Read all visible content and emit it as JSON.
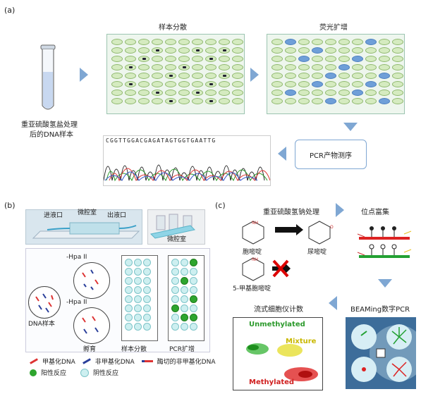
{
  "panel_a": {
    "label": "(a)",
    "tube_caption_line1": "重亚硫酸氢盐处理",
    "tube_caption_line2": "后的DNA样本",
    "plate1_title": "样本分散",
    "plate2_title": "荧光扩增",
    "sequencing_box": "PCR产物测序",
    "sequence": "CGGTTGGACGAGATAGTGGTGAATTG"
  },
  "panel_b": {
    "label": "(b)",
    "inlet": "进液口",
    "micro_chamber_top": "微腔室",
    "outlet": "出液口",
    "micro_chamber_right": "微腔室",
    "hpa_top": "-Hpa II",
    "hpa_bottom": "-Hpa II",
    "dna_sample": "DNA样本",
    "incubate": "孵育",
    "dispersion": "样本分散",
    "pcr_amp": "PCR扩增",
    "legend_methyl": "甲基化DNA",
    "legend_unmethyl": "非甲基化DNA",
    "legend_digested": "酶切的非甲基化DNA",
    "legend_positive": "阳性反应",
    "legend_negative": "阴性反应"
  },
  "panel_c": {
    "label": "(c)",
    "bisulfite": "重亚硫酸氢钠处理",
    "site_enrich": "位点富集",
    "cytosine": "胞嘧啶",
    "uracil": "尿嘧啶",
    "methyl_cytosine": "5-甲基胞嘧啶",
    "flow": "流式细胞仪计数",
    "beaming": "BEAMing数字PCR",
    "unmethylated": "Unmethylated",
    "mixture": "Mixture",
    "methylated": "Methylated"
  },
  "colors": {
    "arrow": "#7fa7d3",
    "well_green": "#d5ebc0",
    "well_blue": "#6f9fd8",
    "positive": "#2ea52e",
    "negative": "#cdeff0"
  }
}
